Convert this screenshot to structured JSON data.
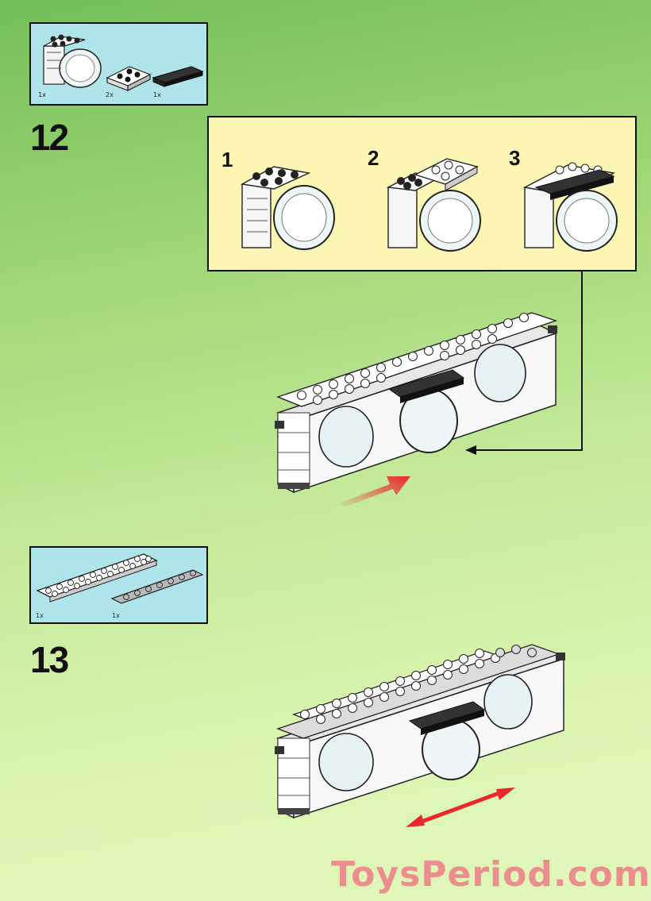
{
  "step12": {
    "number": "12",
    "parts": [
      {
        "qty": "1x",
        "icon": "wheel-housing-brick"
      },
      {
        "qty": "2x",
        "icon": "plate-2x2"
      },
      {
        "qty": "1x",
        "icon": "tile-1x4-black"
      }
    ],
    "substeps": [
      "1",
      "2",
      "3"
    ]
  },
  "step13": {
    "number": "13",
    "parts": [
      {
        "qty": "1x",
        "icon": "plate-2x10-white"
      },
      {
        "qty": "1x",
        "icon": "plate-1x8-gray"
      }
    ]
  },
  "colors": {
    "parts_box": "#aee4ea",
    "substep_box": "#fcf6b4",
    "arrow_red": "#e8282c",
    "watermark": "#ec8e8e"
  },
  "watermark": "ToysPeriod.com"
}
